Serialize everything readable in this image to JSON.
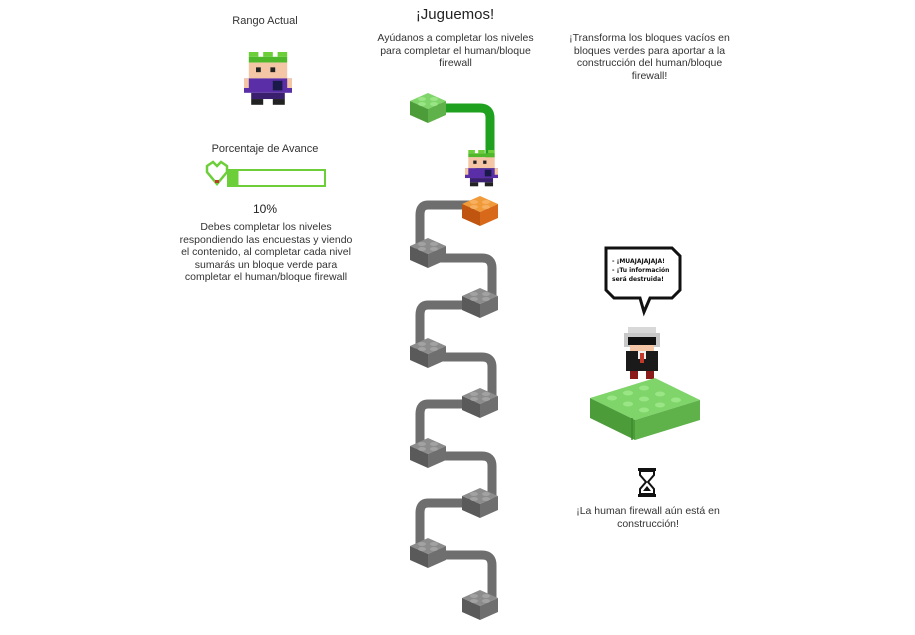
{
  "left_panel": {
    "rank_title": "Rango Actual",
    "progress_title": "Porcentaje de Avance",
    "progress_value": 0.1,
    "progress_percent": "10%",
    "description": "Debes completar los niveles respondiendo las encuestas y viendo el contenido, al completar cada nivel sumarás un bloque verde para completar el human/bloque firewall"
  },
  "center_panel": {
    "title": "¡Juguemos!",
    "description": "Ayúdanos a completar los niveles para completar el human/bloque firewall",
    "levels": [
      {
        "state": "completed",
        "color": "green"
      },
      {
        "state": "current",
        "color": "orange"
      },
      {
        "state": "pending",
        "color": "gray"
      },
      {
        "state": "pending",
        "color": "gray"
      },
      {
        "state": "pending",
        "color": "gray"
      },
      {
        "state": "pending",
        "color": "gray"
      },
      {
        "state": "pending",
        "color": "gray"
      },
      {
        "state": "pending",
        "color": "gray"
      },
      {
        "state": "pending",
        "color": "gray"
      },
      {
        "state": "pending",
        "color": "gray"
      }
    ]
  },
  "right_panel": {
    "description": "¡Transforma los bloques vacíos en bloques verdes para aportar a la construcción del human/bloque firewall!",
    "speech_line1": "- ¡MUAJAJAJAJA!",
    "speech_line2": "- ¡Tu información será destruida!",
    "status_text": "¡La human firewall aún está en construcción!"
  },
  "colors": {
    "green": "#5cb85c",
    "orange": "#e8731a",
    "gray": "#6f6f6f",
    "path_gray": "#6e6e6e",
    "path_green": "#1fa11f",
    "purple": "#5a2ea6"
  }
}
